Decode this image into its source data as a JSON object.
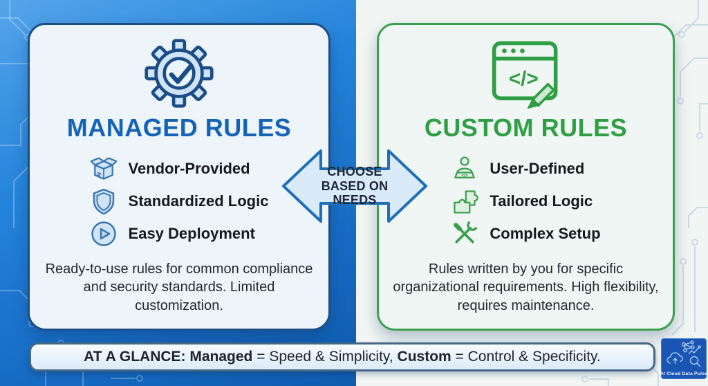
{
  "colors": {
    "left_accent": "#1563b6",
    "left_border": "#1c4e86",
    "right_accent": "#2f9e44",
    "right_border": "#3aa04e",
    "background_left_blue": "#1e7ad2",
    "background_right": "#f1f6f4",
    "card_background_left": "#edf5fb",
    "card_background_right": "#eff6f3",
    "arrow_fill": "#d9eaf8",
    "arrow_border": "#1f6fb8",
    "footer_border": "#456785",
    "logo_background": "#1b55b4"
  },
  "left_card": {
    "icon": "gear-check-icon",
    "title": "MANAGED RULES",
    "items": [
      {
        "icon": "package-box-icon",
        "label": "Vendor-Provided"
      },
      {
        "icon": "shield-icon",
        "label": "Standardized Logic"
      },
      {
        "icon": "play-circle-icon",
        "label": "Easy Deployment"
      }
    ],
    "description": "Ready-to-use rules for common compliance and security standards. Limited customization."
  },
  "right_card": {
    "icon": "code-editor-pencil-icon",
    "title": "CUSTOM RULES",
    "items": [
      {
        "icon": "developer-icon",
        "label": "User-Defined"
      },
      {
        "icon": "puzzle-icon",
        "label": "Tailored Logic"
      },
      {
        "icon": "tools-icon",
        "label": "Complex Setup"
      }
    ],
    "description": "Rules written by you for specific organizational requirements. High flexibility, requires maintenance."
  },
  "center_arrow": {
    "lines": [
      "CHOOSE",
      "BASED ON",
      "NEEDS"
    ]
  },
  "footer": {
    "segments": [
      {
        "text": "AT A GLANCE: Managed",
        "bold": true
      },
      {
        "text": " = Speed & Simplicity, ",
        "bold": false
      },
      {
        "text": "Custom",
        "bold": true
      },
      {
        "text": " = Control & Specificity.",
        "bold": false
      }
    ]
  },
  "logo": {
    "caption": "AI Cloud Data Pulse"
  }
}
